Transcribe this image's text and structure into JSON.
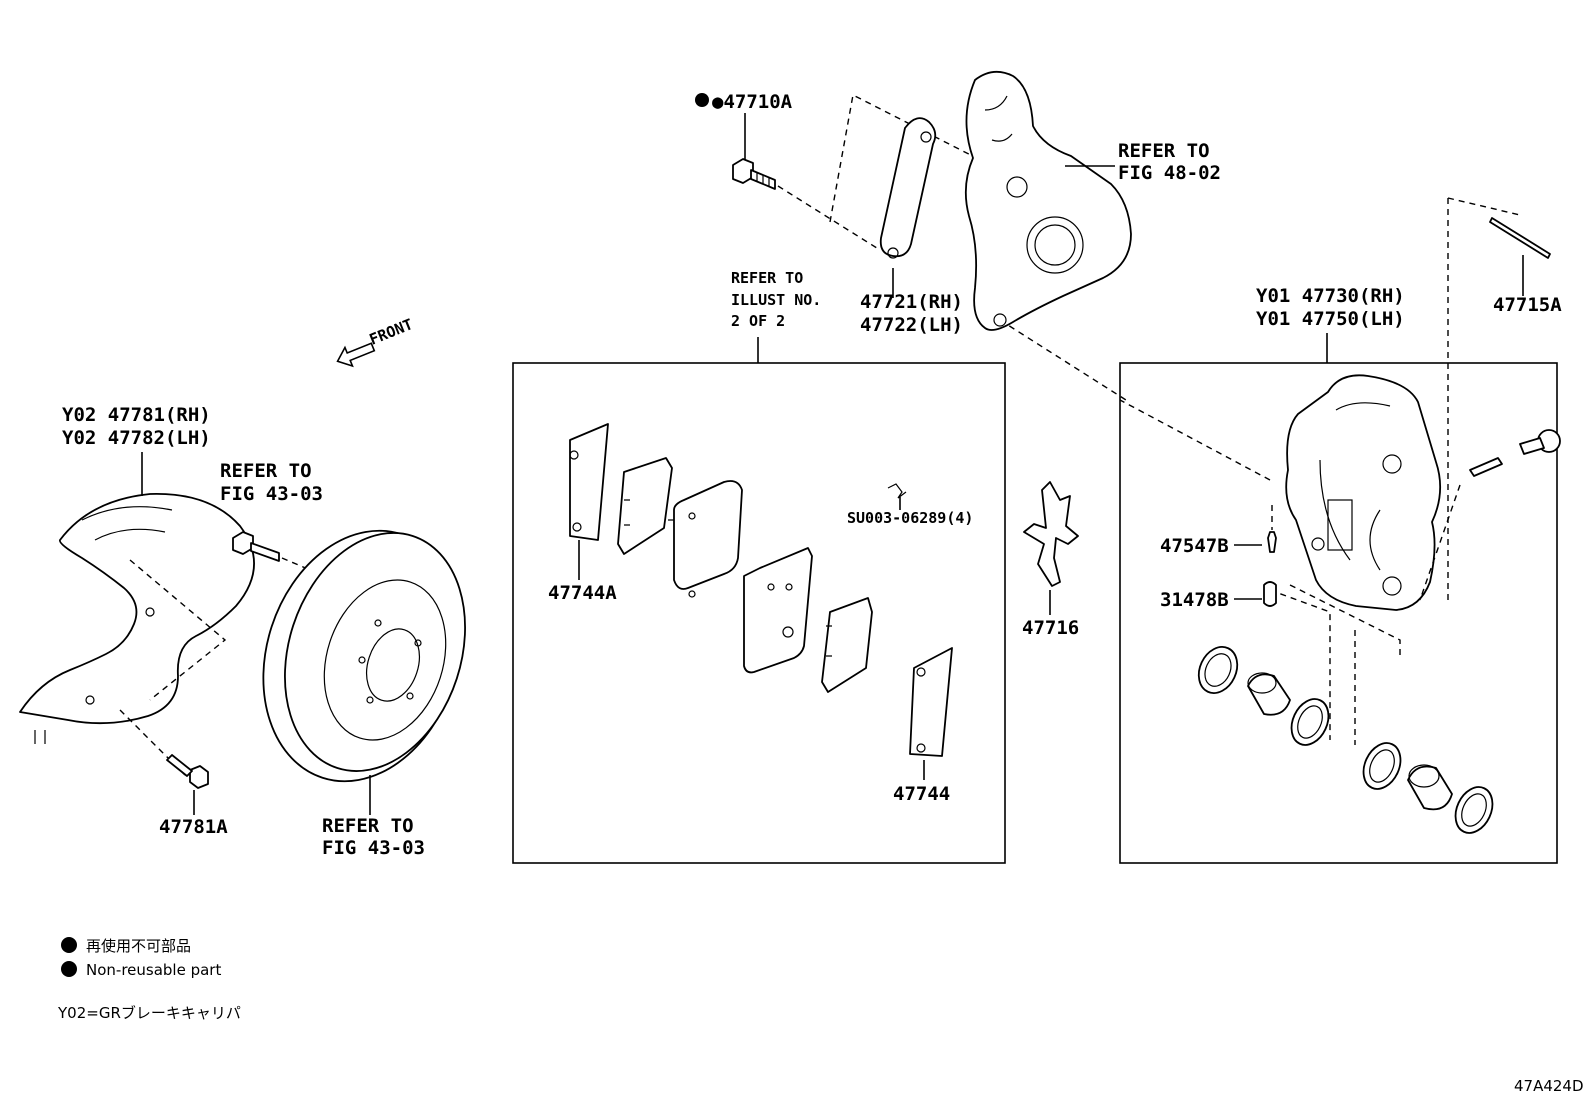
{
  "labels": {
    "p47710A": "●47710A",
    "ref4802_1": "REFER TO",
    "ref4802_2": "FIG 48-02",
    "p47721": "47721(RH)",
    "p47722": "47722(LH)",
    "refill_1": "REFER TO",
    "refill_2": "ILLUST NO.",
    "refill_3": "2 OF 2",
    "front": "FRONT",
    "p47730": "Y01 47730(RH)",
    "p47750": "Y01 47750(LH)",
    "p47715A": "47715A",
    "p47781": "Y02 47781(RH)",
    "p47782": "Y02 47782(LH)",
    "ref4303a_1": "REFER TO",
    "ref4303a_2": "FIG 43-03",
    "p47781A": "47781A",
    "ref4303b_1": "REFER TO",
    "ref4303b_2": "FIG 43-03",
    "p47744A": "47744A",
    "su003": "SU003-06289(4)",
    "p47744": "47744",
    "p47716": "47716",
    "p47547B": "47547B",
    "p31478B": "31478B"
  },
  "legend": {
    "line1": "再使用不可部品",
    "line2": "Non-reusable part",
    "note": "Y02=GRブレーキキャリパ"
  },
  "figure_id": "47A424D"
}
